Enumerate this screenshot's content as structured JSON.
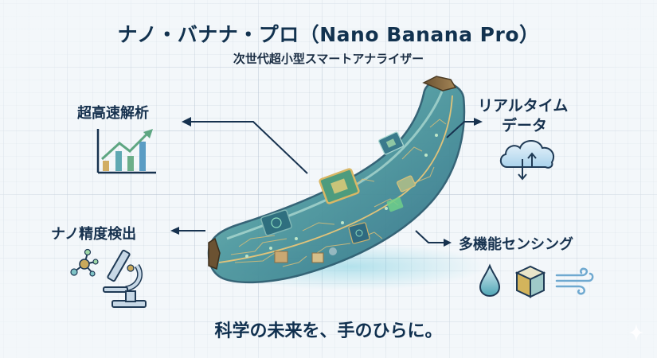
{
  "header": {
    "title": "ナノ・バナナ・プロ（Nano Banana Pro）",
    "subtitle": "次世代超小型スマートアナライザー"
  },
  "features": [
    {
      "label": "超高速解析",
      "icon": "growth-chart-icon",
      "position": "top-left"
    },
    {
      "label": "リアルタイム",
      "label_line2": "データ",
      "icon": "cloud-sync-icon",
      "position": "top-right"
    },
    {
      "label": "ナノ精度検出",
      "icon": "microscope-molecule-icon",
      "position": "bottom-left"
    },
    {
      "label": "多機能センシング",
      "icons": [
        "water-drop-icon",
        "solid-cube-icon",
        "wind-icon"
      ],
      "position": "bottom-right"
    }
  ],
  "center": {
    "illustration": "circuit-banana",
    "description": "transparent banana with embedded circuit board and chips"
  },
  "tagline": "科学の未来を、手のひらに。",
  "colors": {
    "background": "#f3f7fa",
    "text_dark": "#12324f",
    "banana_teal": "#3e8c94",
    "circuit_gold": "#d4b46a",
    "chip_green": "#5fae8a",
    "accent_blue": "#7fb6d8"
  }
}
